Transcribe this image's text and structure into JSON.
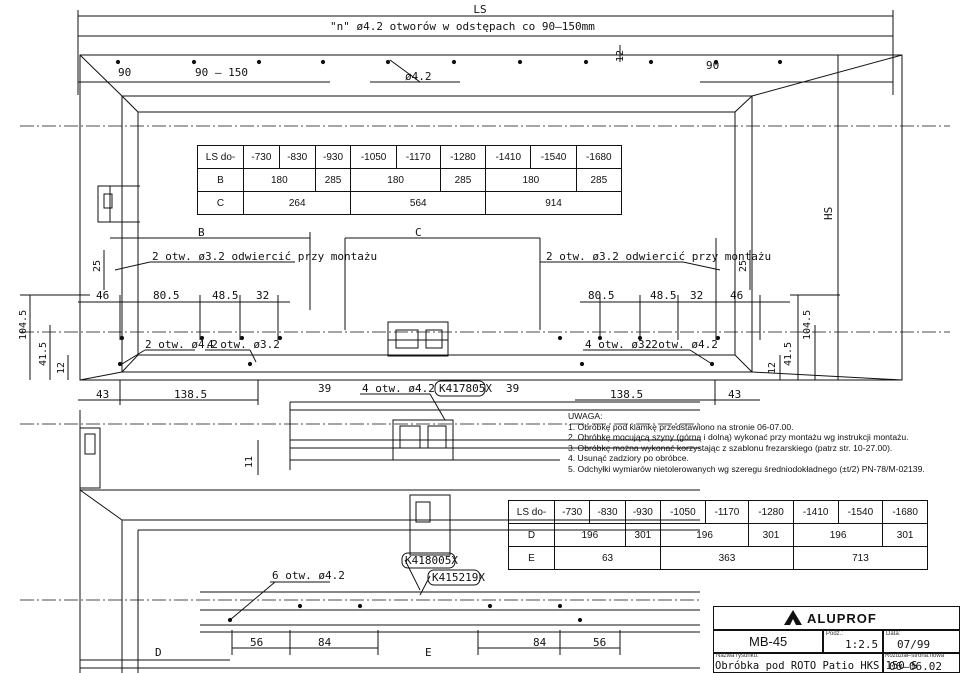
{
  "drawing": {
    "dims": {
      "ls": "LS",
      "hs": "HS",
      "note_holes": "\"n\" ø4.2 otworów w odstępach co 90–150mm",
      "d90a": "90",
      "d90_150": "90 — 150",
      "d90b": "90",
      "d12a": "12",
      "d42top": "ø4.2",
      "b": "B",
      "c": "C",
      "d": "D",
      "e": "E",
      "drill_left": "2 otw. ø3.2 odwiercić przy montażu",
      "drill_right": "2 otw. ø3.2 odwiercić przy montażu",
      "d25a": "25",
      "d25b": "25",
      "d46a": "46",
      "d805a": "80.5",
      "d485a": "48.5",
      "d32a": "32",
      "d805b": "80.5",
      "d485b": "48.5",
      "d32b": "32",
      "d46b": "46",
      "d1045a": "104.5",
      "d1045b": "104.5",
      "d415a": "41.5",
      "d415b": "41.5",
      "d12b": "12",
      "d12c": "12",
      "h2_42_l": "2 otw. ø4.2",
      "h4_32_l": "4 otw. ø3.2",
      "h4_32_r": "4 otw. ø3.2",
      "h2_42_r": "2 otw. ø4.2",
      "d43a": "43",
      "d1385a": "138.5",
      "d39a": "39",
      "h4_42": "4 otw. ø4.2",
      "k417805x": "K417805X",
      "d39b": "39",
      "d1385b": "138.5",
      "d43b": "43",
      "d11": "11",
      "k418005x": "K418005X",
      "k415219x": "K415219X",
      "h6_42": "6 otw. ø4.2",
      "d56a": "56",
      "d84a": "84",
      "d84b": "84",
      "d56b": "56"
    }
  },
  "notes": {
    "title": "UWAGA:",
    "items": [
      "1. Obróbkę pod klamkę przedstawiono na stronie 06-07.00.",
      "2. Obróbkę mocującą szyny (górną i dolną) wykonać przy montażu wg instrukcji montażu.",
      "3. Obróbkę można wykonać korzystając z szablonu frezarskiego (patrz str. 10-27.00).",
      "4. Usunąć zadziory po obróbce.",
      "5. Odchyłki wymiarów nietolerowanych wg szeregu średniodokładnego (±t/2) PN-78/M-02139."
    ]
  },
  "table1": {
    "header": [
      "LS do-",
      "-730",
      "-830",
      "-930",
      "-1050",
      "-1170",
      "-1280",
      "-1410",
      "-1540",
      "-1680"
    ],
    "row_b": {
      "label": "B",
      "values": [
        "180",
        "285",
        "180",
        "285",
        "180",
        "285"
      ]
    },
    "row_c": {
      "label": "C",
      "values": [
        "264",
        "564",
        "914"
      ]
    }
  },
  "table2": {
    "header": [
      "LS do-",
      "-730",
      "-830",
      "-930",
      "-1050",
      "-1170",
      "-1280",
      "-1410",
      "-1540",
      "-1680"
    ],
    "row_d": {
      "label": "D",
      "values": [
        "196",
        "301",
        "196",
        "301",
        "196",
        "301"
      ]
    },
    "row_e": {
      "label": "E",
      "values": [
        "63",
        "363",
        "713"
      ]
    }
  },
  "title_block": {
    "brand": "ALUPROF",
    "drawing_no": "MB-45",
    "scale_label": "Podz.:",
    "scale": "1:2.5",
    "date_label": "Data:",
    "date": "07/99",
    "name_label": "Nazwa rysunku:",
    "name": "Obróbka pod ROTO Patio HKS 150 S",
    "page_label": "Rozdział–strona.nowa",
    "page": "06–06.02"
  }
}
